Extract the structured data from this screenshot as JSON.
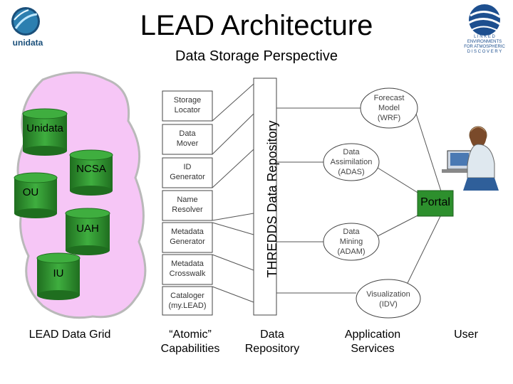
{
  "header": {
    "title": "LEAD Architecture",
    "subtitle": "Data Storage Perspective"
  },
  "logos": {
    "left_text": "unidata",
    "right_lines": [
      "L I N K E D",
      "ENVIRONMENTS",
      "FOR ATMOSPHERIC",
      "D I S C O V E R Y"
    ]
  },
  "grid": {
    "sites": [
      "Unidata",
      "NCSA",
      "OU",
      "UAH",
      "IU"
    ],
    "label": "LEAD Data Grid"
  },
  "capabilities": {
    "items": [
      {
        "line1": "Storage",
        "line2": "Locator"
      },
      {
        "line1": "Data",
        "line2": "Mover"
      },
      {
        "line1": "ID",
        "line2": "Generator"
      },
      {
        "line1": "Name",
        "line2": "Resolver"
      },
      {
        "line1": "Metadata",
        "line2": "Generator"
      },
      {
        "line1": "Metadata",
        "line2": "Crosswalk"
      },
      {
        "line1": "Cataloger",
        "line2": "(my.LEAD)"
      }
    ],
    "label_line1": "“Atomic”",
    "label_line2": "Capabilities"
  },
  "repository": {
    "vertical_label": "THREDDS Data Repository",
    "label_line1": "Data",
    "label_line2": "Repository"
  },
  "services": {
    "items": [
      {
        "line1": "Forecast",
        "line2": "Model",
        "line3": "(WRF)"
      },
      {
        "line1": "Data",
        "line2": "Assimilation",
        "line3": "(ADAS)"
      },
      {
        "line1": "Data",
        "line2": "Mining",
        "line3": "(ADAM)"
      },
      {
        "line1": "Visualization",
        "line2": "(IDV)",
        "line3": ""
      }
    ],
    "label_line1": "Application",
    "label_line2": "Services"
  },
  "portal": {
    "label": "Portal"
  },
  "user": {
    "label": "User"
  },
  "colors": {
    "cylinder": "#2e8b2e",
    "cylinder_top": "#3aa83a",
    "grid_cloud": "#f2b8f2",
    "portal": "#2d8f2d",
    "box_fill": "#ffffff"
  }
}
